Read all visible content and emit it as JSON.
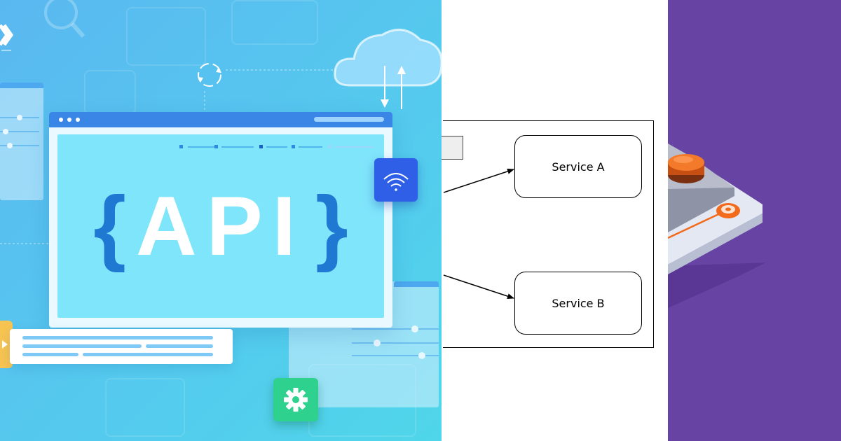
{
  "api_illustration": {
    "left_brace": "{",
    "word": "API",
    "right_brace": "}",
    "icons": [
      "cloud-icon",
      "sync-icon",
      "arrow-down-icon",
      "arrow-up-icon",
      "wifi-icon",
      "gear-icon"
    ],
    "colors": {
      "background": "#55c9ee",
      "titlebar": "#3a86e6",
      "screen": "#7fe5fb",
      "brace": "#1f78d1",
      "wifi_tile": "#2e5fe6",
      "gear_tile": "#2fd18f"
    }
  },
  "diagram": {
    "nodes": [
      {
        "id": "service-a",
        "label": "Service A"
      },
      {
        "id": "service-b",
        "label": "Service B"
      }
    ],
    "edges": [
      {
        "from": "source",
        "to": "service-a"
      },
      {
        "from": "source",
        "to": "service-b"
      }
    ]
  },
  "hardware_illustration": {
    "icons": [
      "button-icon",
      "platform-icon"
    ],
    "colors": {
      "background": "#6743a4",
      "button": "#f26a1b",
      "platform": "#dfe3ee"
    }
  }
}
